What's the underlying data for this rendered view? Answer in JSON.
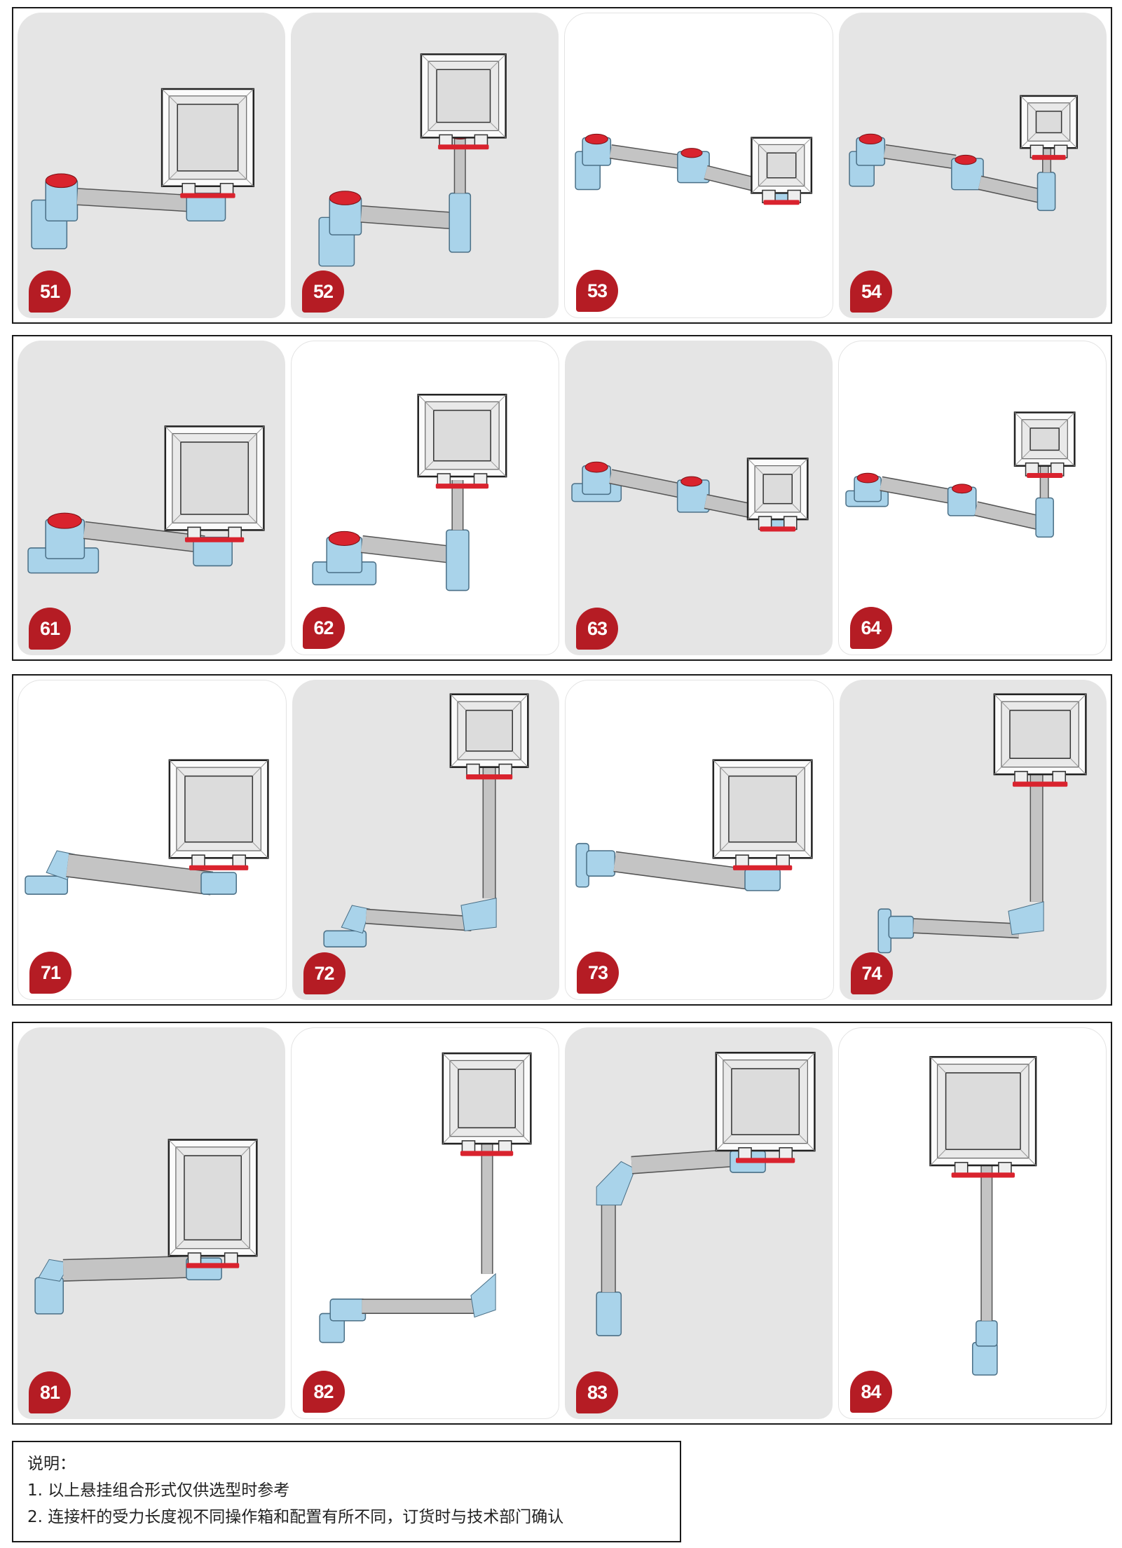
{
  "groups": [
    {
      "cells": [
        {
          "number": "51",
          "bg": "gray",
          "variant": "side-short"
        },
        {
          "number": "52",
          "bg": "gray",
          "variant": "side-up"
        },
        {
          "number": "53",
          "bg": "white",
          "variant": "side-double"
        },
        {
          "number": "54",
          "bg": "gray",
          "variant": "side-double-up"
        }
      ]
    },
    {
      "cells": [
        {
          "number": "61",
          "bg": "gray",
          "variant": "floor-short"
        },
        {
          "number": "62",
          "bg": "white",
          "variant": "floor-up"
        },
        {
          "number": "63",
          "bg": "gray",
          "variant": "floor-double"
        },
        {
          "number": "64",
          "bg": "white",
          "variant": "floor-double-up"
        }
      ]
    },
    {
      "cells": [
        {
          "number": "71",
          "bg": "white",
          "variant": "tube-floor"
        },
        {
          "number": "72",
          "bg": "gray",
          "variant": "tube-floor-up"
        },
        {
          "number": "73",
          "bg": "white",
          "variant": "tube-wall"
        },
        {
          "number": "74",
          "bg": "gray",
          "variant": "tube-wall-up"
        }
      ]
    },
    {
      "cells": [
        {
          "number": "81",
          "bg": "gray",
          "variant": "pipe-short"
        },
        {
          "number": "82",
          "bg": "white",
          "variant": "pipe-up"
        },
        {
          "number": "83",
          "bg": "gray",
          "variant": "pipe-down"
        },
        {
          "number": "84",
          "bg": "white",
          "variant": "pipe-vertical"
        }
      ]
    }
  ],
  "notes": {
    "title": "说明：",
    "line1": "1. 以上悬挂组合形式仅供选型时参考",
    "line2": "2. 连接杆的受力长度视不同操作箱和配置有所不同，订货时与技术部门确认"
  },
  "colors": {
    "part_blue": "#a9d3ea",
    "joint_red": "#d9232e",
    "rod_gray": "#c4c4c4",
    "badge_red": "#b51c24"
  }
}
